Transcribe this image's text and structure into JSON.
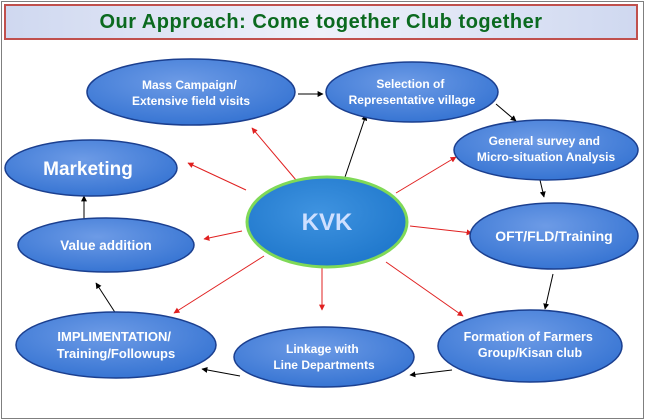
{
  "title": "Our Approach: Come together Club together",
  "colors": {
    "node_fill": "#2f6fd0",
    "node_fill_light": "#6d9be6",
    "node_stroke": "#1b3f8f",
    "center_fill": "#1b74c9",
    "center_stroke": "#7fd957",
    "title_text": "#0b6a1f",
    "title_border": "#c0504d",
    "red_arrow": "#e02020",
    "black_arrow": "#000000"
  },
  "center": {
    "label": "KVK"
  },
  "nodes": [
    {
      "id": "mass-campaign",
      "lines": [
        "Mass Campaign/",
        "Extensive field visits"
      ]
    },
    {
      "id": "selection",
      "lines": [
        "Selection of",
        "Representative village"
      ]
    },
    {
      "id": "general-survey",
      "lines": [
        "General survey and",
        "Micro-situation Analysis"
      ]
    },
    {
      "id": "oft-fld",
      "lines": [
        "OFT/FLD/Training"
      ]
    },
    {
      "id": "formation",
      "lines": [
        "Formation of Farmers",
        "Group/Kisan club"
      ]
    },
    {
      "id": "linkage",
      "lines": [
        "Linkage with",
        "Line Departments"
      ]
    },
    {
      "id": "implementation",
      "lines": [
        "IMPLIMENTATION/",
        "Training/Followups"
      ]
    },
    {
      "id": "value-addition",
      "lines": [
        "Value addition"
      ]
    },
    {
      "id": "marketing",
      "lines": [
        "Marketing"
      ]
    }
  ]
}
